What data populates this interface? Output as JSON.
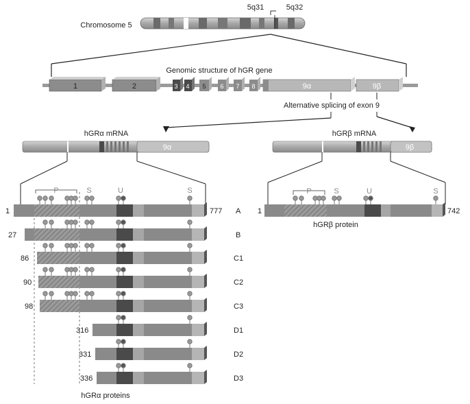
{
  "chromosome": {
    "label": "Chromosome 5",
    "band_left": "5q31",
    "band_right": "5q32"
  },
  "gene": {
    "title": "Genomic structure of hGR gene",
    "exons": [
      "1",
      "2",
      "3",
      "4",
      "5",
      "6",
      "7",
      "8",
      "9α",
      "9β"
    ],
    "splicing_label": "Alternative splicing of exon 9"
  },
  "mrna": {
    "alpha_title": "hGRα mRNA",
    "alpha_exon": "9α",
    "beta_title": "hGRβ mRNA",
    "beta_exon": "9β"
  },
  "domain_letters": {
    "p": "P",
    "s": "S",
    "u": "U"
  },
  "alpha_isoforms": [
    {
      "start": "1",
      "id": "A",
      "end": "777"
    },
    {
      "start": "27",
      "id": "B"
    },
    {
      "start": "86",
      "id": "C1"
    },
    {
      "start": "90",
      "id": "C2"
    },
    {
      "start": "98",
      "id": "C3"
    },
    {
      "start": "316",
      "id": "D1"
    },
    {
      "start": "331",
      "id": "D2"
    },
    {
      "start": "336",
      "id": "D3"
    }
  ],
  "alpha_caption": "hGRα proteins",
  "beta_protein": {
    "start": "1",
    "end": "742",
    "caption": "hGRβ protein"
  },
  "colors": {
    "exon": "#8c8c8c",
    "exon_light": "#bdbdbd",
    "protein": "#8a8a8a",
    "dbd": "#4a4a4a",
    "lbd": "#a6a6a6",
    "pin": "#9a9a9a",
    "pin_dark": "#555555"
  }
}
